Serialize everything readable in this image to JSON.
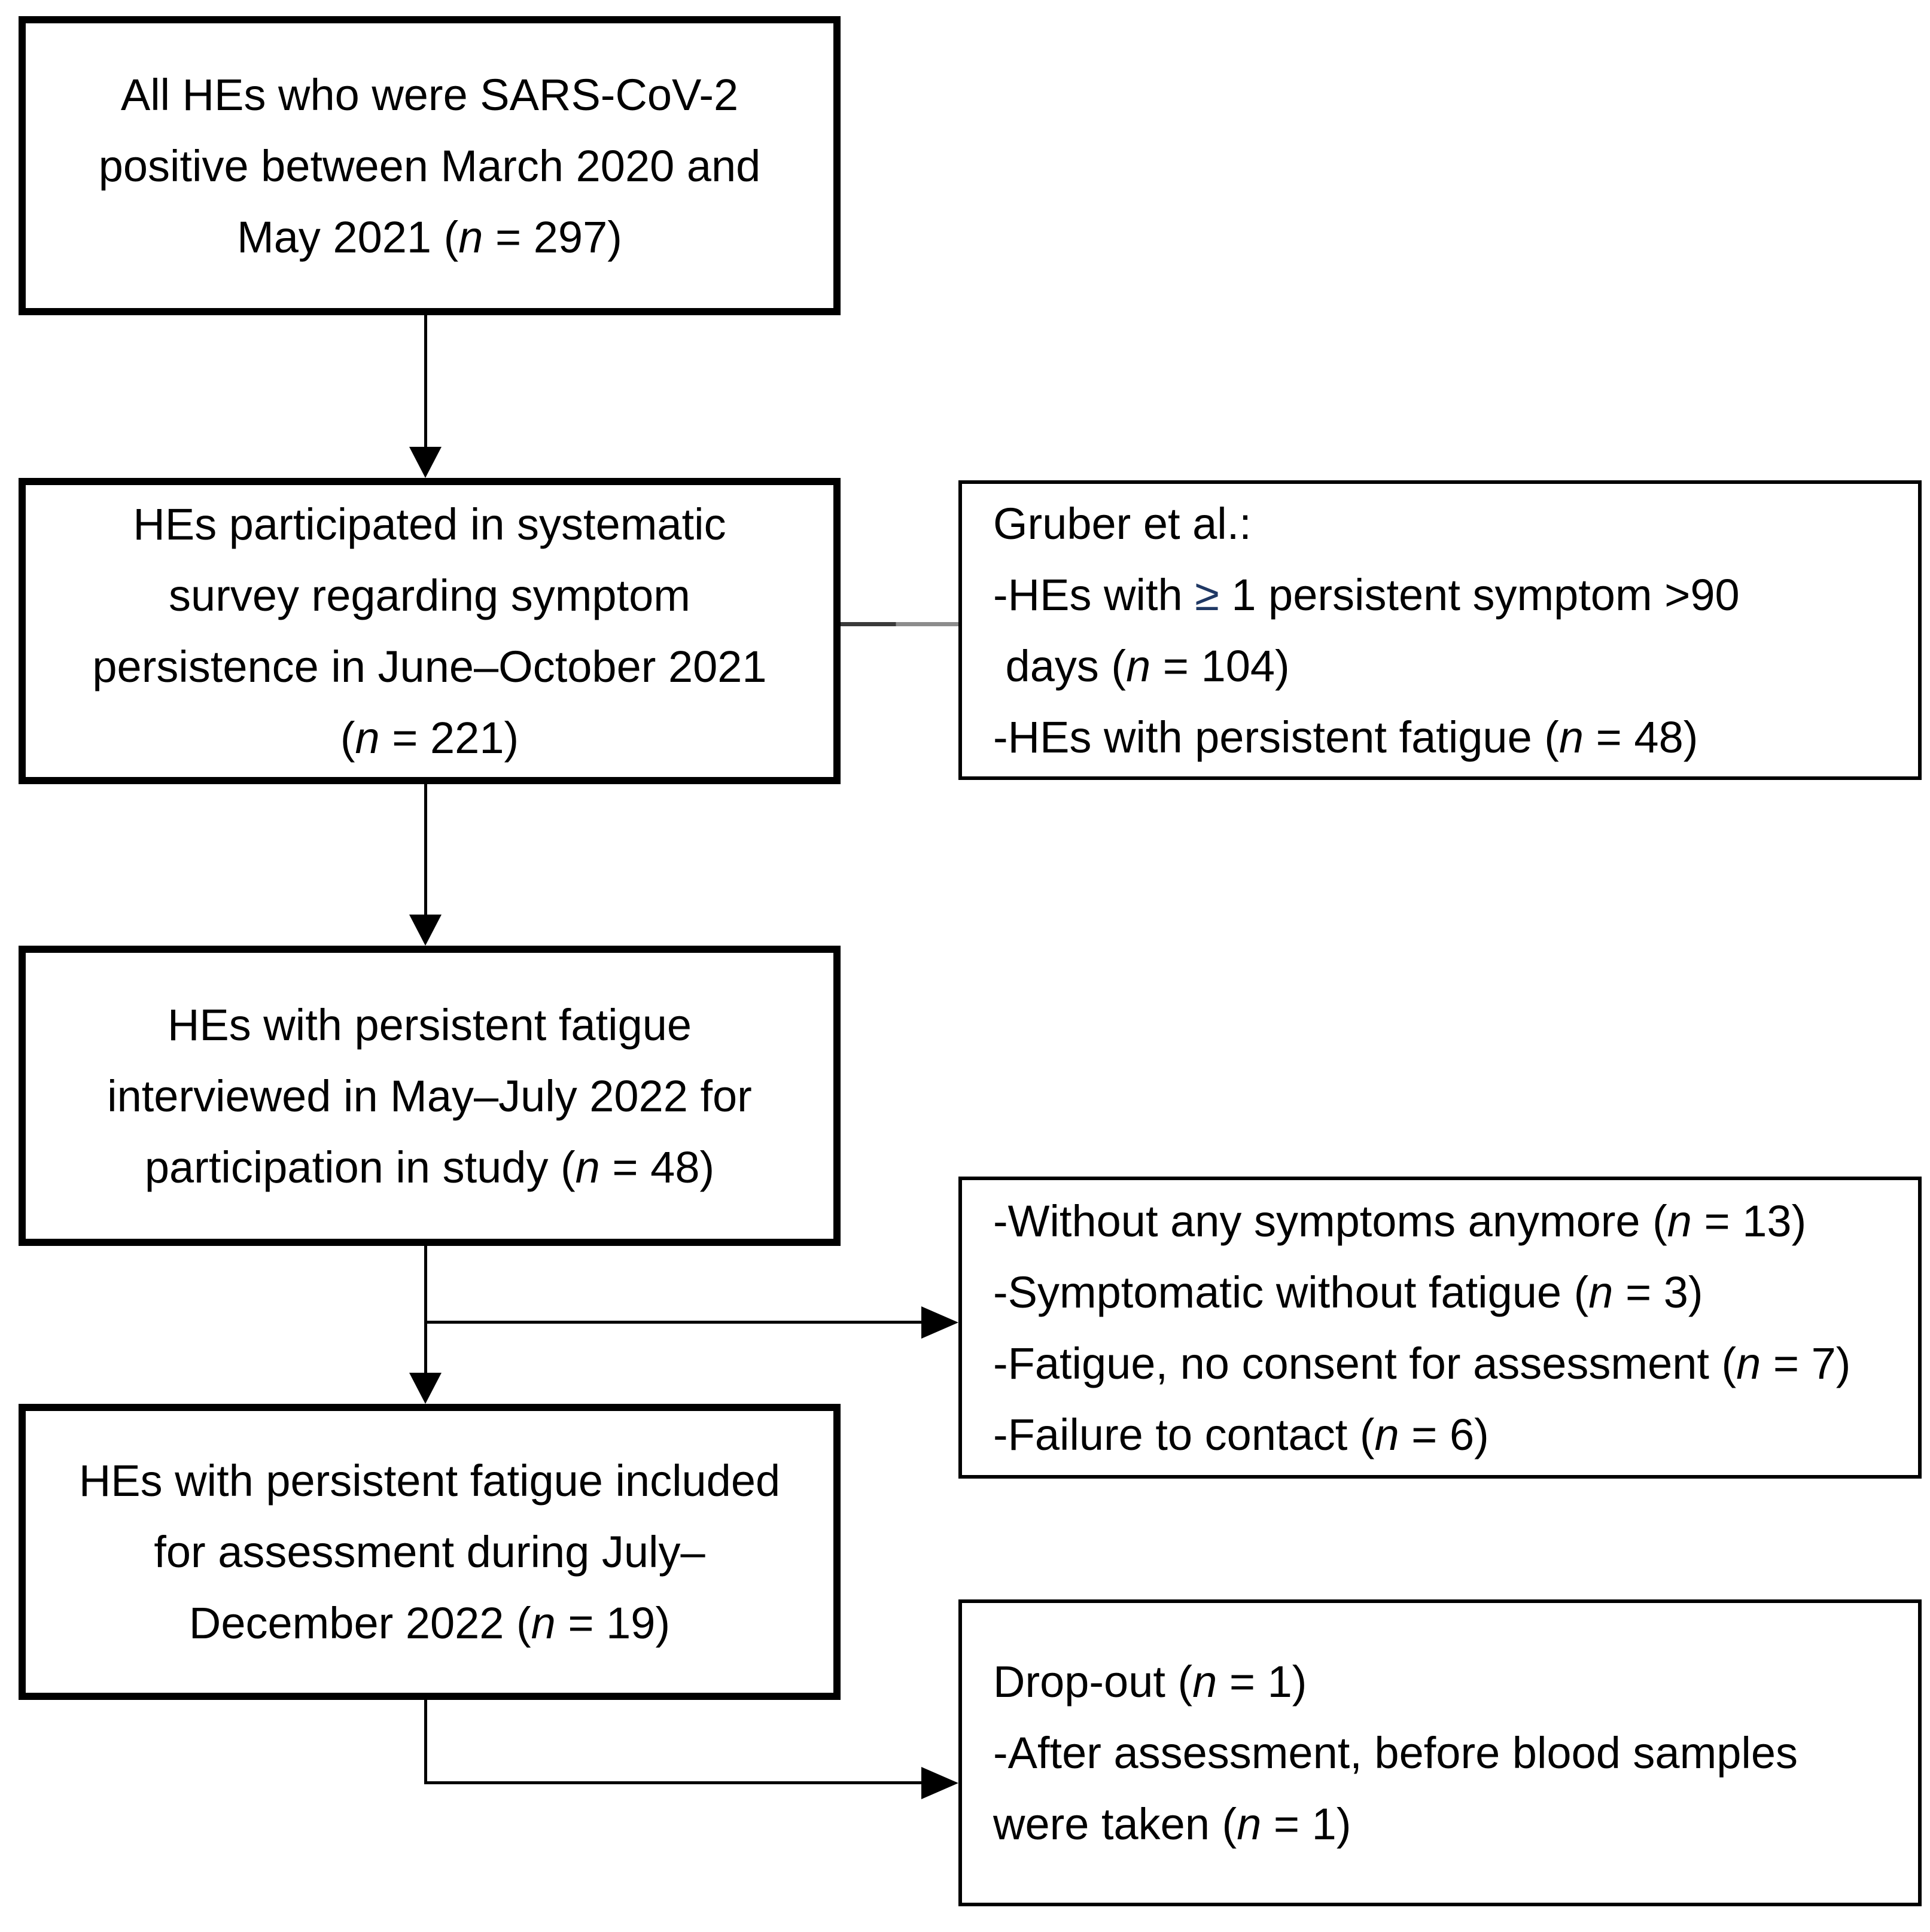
{
  "flowchart": {
    "colors": {
      "background": "#ffffff",
      "box_border": "#000000",
      "text": "#000000",
      "geq_symbol": "#1f3864",
      "gray_connector_left": "#3a3a3a",
      "gray_connector_right": "#8c8c8c"
    },
    "main_boxes": [
      {
        "id": "all-hes-positive",
        "lines": [
          "All HEs who were SARS-CoV-2",
          "positive between March 2020 and",
          "May 2021 (n = 297)"
        ]
      },
      {
        "id": "systematic-survey",
        "lines": [
          "HEs participated in systematic",
          "survey regarding symptom",
          "persistence in June–October 2021",
          "(n = 221)"
        ]
      },
      {
        "id": "interviewed-for-study",
        "lines": [
          "HEs with persistent fatigue",
          "interviewed in May–July 2022 for",
          "participation in study (n = 48)"
        ]
      },
      {
        "id": "included-for-assessment",
        "lines": [
          "HEs with persistent fatigue included",
          "for assessment during July–",
          "December 2022 (n = 19)"
        ]
      }
    ],
    "side_boxes": [
      {
        "id": "gruber-et-al",
        "lines": [
          "Gruber et al.:",
          "-HEs with ≥ 1 persistent symptom >90",
          " days (n = 104)",
          "-HEs with persistent fatigue (n = 48)"
        ]
      },
      {
        "id": "exclusions",
        "lines": [
          "-Without any symptoms anymore (n = 13)",
          "-Symptomatic without fatigue (n = 3)",
          "-Fatigue, no consent for assessment (n = 7)",
          "-Failure to contact (n = 6)"
        ]
      },
      {
        "id": "drop-out",
        "lines": [
          "Drop-out (n = 1)",
          "-After assessment, before blood samples",
          "were taken (n = 1)"
        ]
      }
    ]
  }
}
